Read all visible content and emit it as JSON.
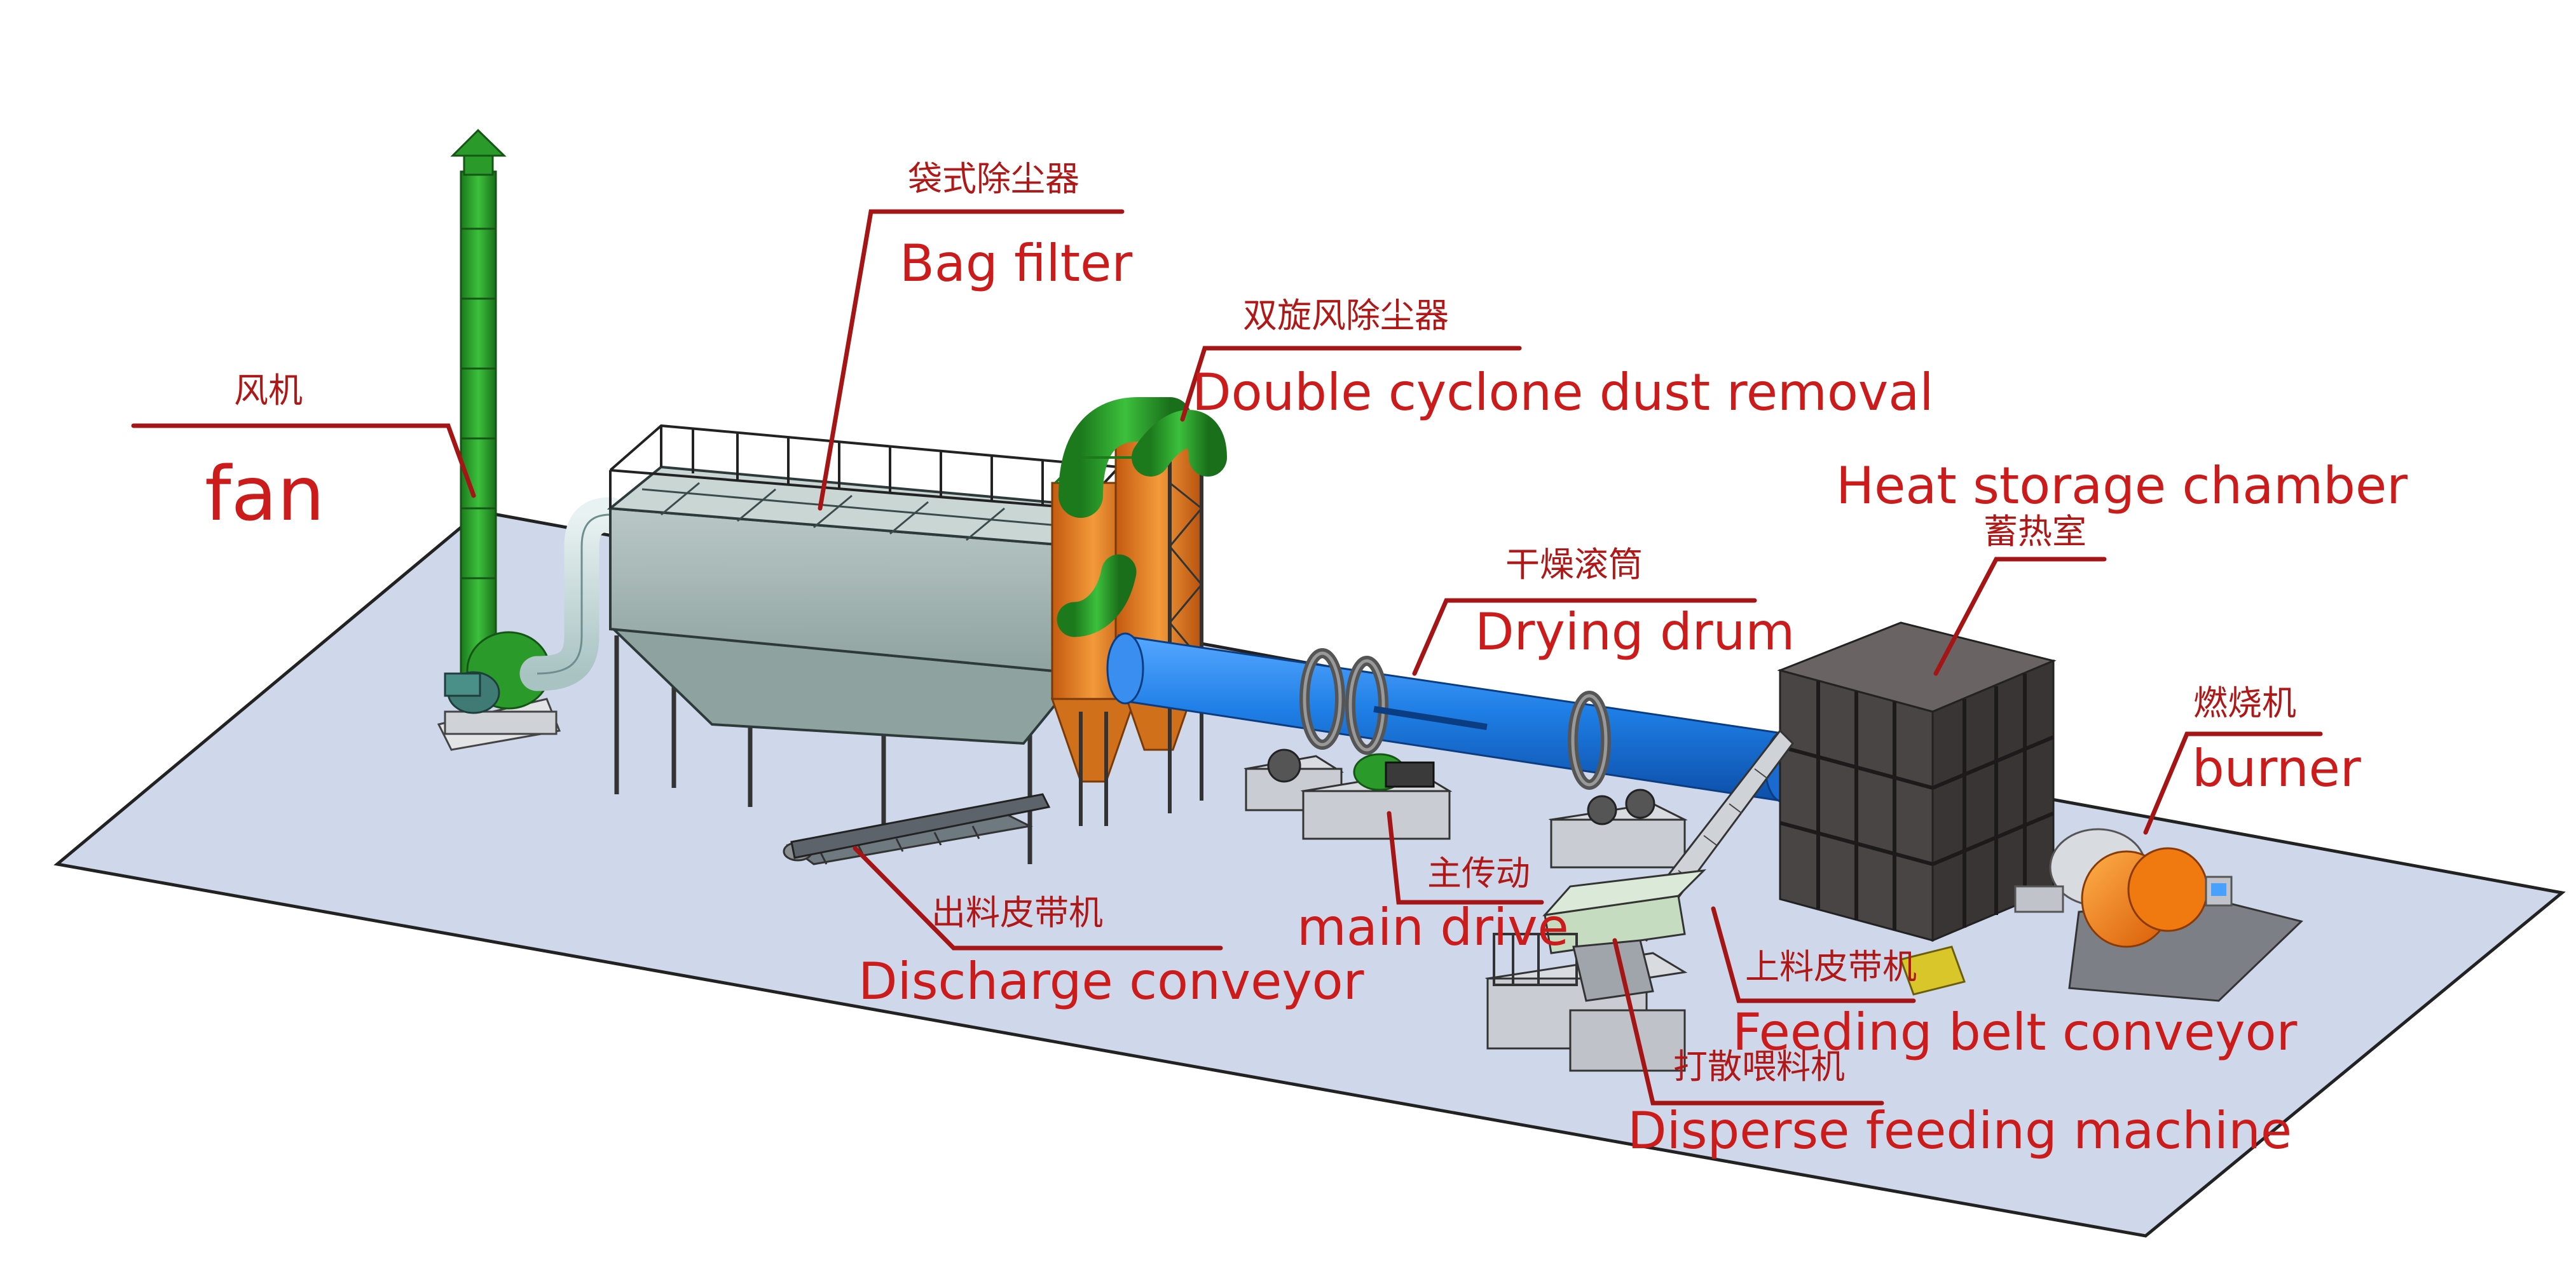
{
  "diagram": {
    "labels": {
      "fan": {
        "zh": "风机",
        "en": "fan"
      },
      "bag_filter": {
        "zh": "袋式除尘器",
        "en": "Bag filter"
      },
      "double_cyclone": {
        "zh": "双旋风除尘器",
        "en": "Double cyclone dust removal"
      },
      "drying_drum": {
        "zh": "干燥滚筒",
        "en": "Drying drum"
      },
      "heat_storage": {
        "zh": "蓄热室",
        "en": "Heat storage chamber"
      },
      "burner": {
        "zh": "燃烧机",
        "en": "burner"
      },
      "main_drive": {
        "zh": "主传动",
        "en": "main drive"
      },
      "discharge_conveyor": {
        "zh": "出料皮带机",
        "en": "Discharge conveyor"
      },
      "feeding_belt": {
        "zh": "上料皮带机",
        "en": "Feeding belt conveyor"
      },
      "disperse_feeder": {
        "zh": "打散喂料机",
        "en": "Disperse feeding machine"
      }
    },
    "colors": {
      "label_red": "#cc1b1b",
      "leader_line": "#a51515",
      "platform": "#cfd8ea",
      "fan_green": "#2a9a2a",
      "drum_blue": "#1f7fe6",
      "cyclone_orange": "#e57a1c",
      "filter_gray": "#9fb1b0",
      "chamber_dark": "#4a4545",
      "burner_orange": "#f07a10"
    }
  }
}
